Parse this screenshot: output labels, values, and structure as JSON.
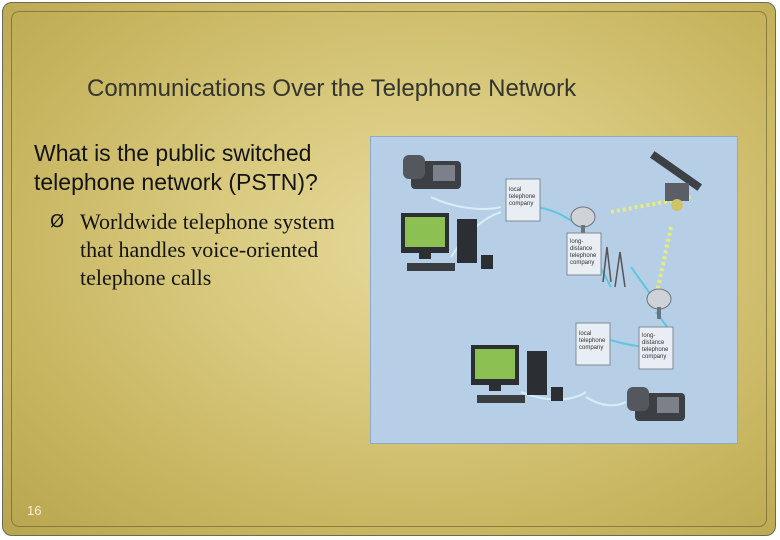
{
  "slide": {
    "title": "Communications Over the Telephone Network",
    "question": "What is the public switched telephone network (PSTN)?",
    "bullet_marker": "Ø",
    "bullet": "Worldwide telephone system that handles voice-oriented telephone calls",
    "number": "16"
  },
  "diagram": {
    "labels": {
      "local_top": [
        "local",
        "telephone",
        "company"
      ],
      "long_distance_mid": [
        "long-",
        "distance",
        "telephone",
        "company"
      ],
      "local_bottom": [
        "local",
        "telephone",
        "company"
      ],
      "long_distance_right": [
        "long-",
        "distance",
        "telephone",
        "company"
      ]
    }
  },
  "colors": {
    "background": "#d9ca7f",
    "diagram_bg": "#b6cfe6",
    "link_line": "#5ec7e0"
  }
}
